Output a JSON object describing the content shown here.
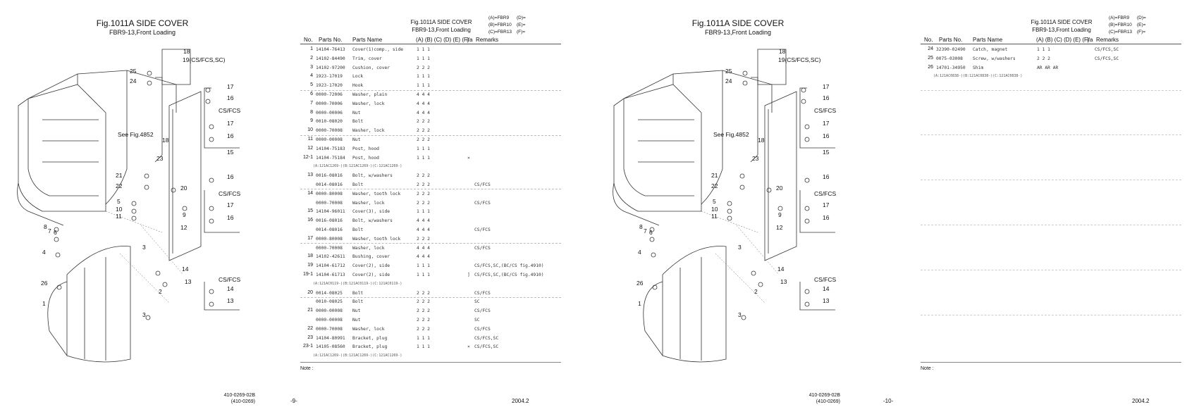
{
  "page1": {
    "fig_title": "Fig.1011A  SIDE COVER",
    "fig_sub": "FBR9-13,Front Loading",
    "see_fig": "See Fig.4852",
    "callouts": [
      "18",
      "19(CS/FCS,SC)",
      "25",
      "24",
      "17",
      "16",
      "CS/FCS",
      "17",
      "16",
      "18",
      "15",
      "23",
      "21",
      "22",
      "20",
      "16",
      "CS/FCS",
      "5",
      "10",
      "11",
      "9",
      "17",
      "16",
      "12",
      "8",
      "7",
      "6",
      "4",
      "3",
      "14",
      "13",
      "CS/FCS",
      "14",
      "13",
      "26",
      "1",
      "2",
      "3"
    ],
    "code": "410-0269-02B",
    "code2": "(410-0269)",
    "page": "-9-",
    "date": "2004.2"
  },
  "page2": {
    "fig_title": "Fig.1011A  SIDE COVER",
    "fig_sub": "FBR9-13,Front Loading",
    "legend": [
      [
        "(A)=FBR9",
        "(D)="
      ],
      [
        "(B)=FBR10",
        "(E)="
      ],
      [
        "(C)=FBR13",
        "(F)="
      ]
    ],
    "header": {
      "no": "No.",
      "parts_no": "Parts No.",
      "parts_name": "Parts Name",
      "cols": "(A) (B) (C) (D) (E) (F)",
      "ia": "i/a",
      "remarks": "Remarks"
    },
    "rows": [
      {
        "no": "1",
        "pn": "14104-76413",
        "name": "Cover(1)comp., side",
        "q": "1  1  1",
        "ia": "",
        "rem": ""
      },
      {
        "no": "2",
        "pn": "14102-84490",
        "name": "Trim, cover",
        "q": "1  1  1",
        "ia": "",
        "rem": ""
      },
      {
        "no": "3",
        "pn": "14102-97200",
        "name": "Cushion, cover",
        "q": "2  2  2",
        "ia": "",
        "rem": ""
      },
      {
        "no": "4",
        "pn": "1923-17019",
        "name": "Lock",
        "q": "1  1  1",
        "ia": "",
        "rem": ""
      },
      {
        "no": "5",
        "pn": "1923-17020",
        "name": "Hook",
        "q": "1  1  1",
        "ia": "",
        "rem": ""
      },
      {
        "no": "6",
        "pn": "0000-72006",
        "name": "Washer, plain",
        "q": "4  4  4",
        "ia": "",
        "rem": ""
      },
      {
        "no": "7",
        "pn": "0000-70006",
        "name": "Washer, lock",
        "q": "4  4  4",
        "ia": "",
        "rem": ""
      },
      {
        "no": "8",
        "pn": "0000-00006",
        "name": "Nut",
        "q": "4  4  4",
        "ia": "",
        "rem": ""
      },
      {
        "no": "9",
        "pn": "0010-08020",
        "name": "Bolt",
        "q": "2  2  2",
        "ia": "",
        "rem": ""
      },
      {
        "no": "10",
        "pn": "0000-70008",
        "name": "Washer, lock",
        "q": "2  2  2",
        "ia": "",
        "rem": ""
      },
      {
        "no": "11",
        "pn": "0000-00008",
        "name": "Nut",
        "q": "2  2  2",
        "ia": "",
        "rem": ""
      },
      {
        "no": "12",
        "pn": "14104-75183",
        "name": "Post, hood",
        "q": "1  1  1",
        "ia": "",
        "rem": ""
      },
      {
        "no": "12-1",
        "pn": "14104-75184",
        "name": "Post, hood",
        "q": "1  1  1",
        "ia": "×",
        "rem": ""
      },
      {
        "sub": "(A:121AC1269-)(B:121AC1269-)(C:121AC1269-)"
      },
      {
        "no": "13",
        "pn": "0016-08016",
        "name": "Bolt, w/washers",
        "q": "2  2  2",
        "ia": "",
        "rem": ""
      },
      {
        "no": "",
        "pn": "0014-08016",
        "name": "Bolt",
        "q": "2  2  2",
        "ia": "",
        "rem": "CS/FCS"
      },
      {
        "no": "14",
        "pn": "0000-80008",
        "name": "Washer, tooth lock",
        "q": "2  2  2",
        "ia": "",
        "rem": ""
      },
      {
        "no": "",
        "pn": "0000-70008",
        "name": "Washer, lock",
        "q": "2  2  2",
        "ia": "",
        "rem": "CS/FCS"
      },
      {
        "no": "15",
        "pn": "14104-96011",
        "name": "Cover(3), side",
        "q": "1  1  1",
        "ia": "",
        "rem": ""
      },
      {
        "no": "16",
        "pn": "0016-08016",
        "name": "Bolt, w/washers",
        "q": "4  4  4",
        "ia": "",
        "rem": ""
      },
      {
        "no": "",
        "pn": "0014-08016",
        "name": "Bolt",
        "q": "4  4  4",
        "ia": "",
        "rem": "CS/FCS"
      },
      {
        "no": "17",
        "pn": "0000-80008",
        "name": "Washer, tooth lock",
        "q": "2  2  2",
        "ia": "",
        "rem": ""
      },
      {
        "no": "",
        "pn": "0000-70008",
        "name": "Washer, lock",
        "q": "4  4  4",
        "ia": "",
        "rem": "CS/FCS"
      },
      {
        "no": "18",
        "pn": "14102-42611",
        "name": "Bushing, cover",
        "q": "4  4  4",
        "ia": "",
        "rem": ""
      },
      {
        "no": "19",
        "pn": "14104-61712",
        "name": "Cover(2), side",
        "q": "1  1  1",
        "ia": "",
        "rem": "CS/FCS,SC,(BC/CS fig.4910)"
      },
      {
        "no": "19-1",
        "pn": "14104-61713",
        "name": "Cover(2), side",
        "q": "1  1  1",
        "ia": "]",
        "rem": "CS/FCS,SC,(BC/CS fig.4910)"
      },
      {
        "sub": "(A:121AC0119-)(B:121AC0119-)(C:121AC0119-)"
      },
      {
        "no": "20",
        "pn": "0014-08025",
        "name": "Bolt",
        "q": "2  2  2",
        "ia": "",
        "rem": "CS/FCS"
      },
      {
        "no": "",
        "pn": "0010-08025",
        "name": "Bolt",
        "q": "2  2  2",
        "ia": "",
        "rem": "SC"
      },
      {
        "no": "21",
        "pn": "0000-00008",
        "name": "Nut",
        "q": "2  2  2",
        "ia": "",
        "rem": "CS/FCS"
      },
      {
        "no": "",
        "pn": "0000-00008",
        "name": "Nut",
        "q": "2  2  2",
        "ia": "",
        "rem": "SC"
      },
      {
        "no": "22",
        "pn": "0000-70008",
        "name": "Washer, lock",
        "q": "2  2  2",
        "ia": "",
        "rem": "CS/FCS"
      },
      {
        "no": "23",
        "pn": "14104-80991",
        "name": "Bracket, plug",
        "q": "1  1  1",
        "ia": "",
        "rem": "CS/FCS,SC"
      },
      {
        "no": "23-1",
        "pn": "14105-08560",
        "name": "Bracket, plug",
        "q": "1  1  1",
        "ia": "×",
        "rem": "CS/FCS,SC"
      },
      {
        "sub": "(A:121AC1269-)(B:121AC1269-)(C:121AC1269-)"
      }
    ],
    "note": "Note :"
  },
  "page3": {
    "fig_title": "Fig.1011A  SIDE COVER",
    "fig_sub": "FBR9-13,Front Loading",
    "see_fig": "See Fig.4852",
    "code": "410-0269-02B",
    "code2": "(410-0269)",
    "page": "-10-",
    "date": "2004.2"
  },
  "page4": {
    "fig_title": "Fig.1011A  SIDE COVER",
    "fig_sub": "FBR9-13,Front Loading",
    "legend": [
      [
        "(A)=FBR9",
        "(D)="
      ],
      [
        "(B)=FBR10",
        "(E)="
      ],
      [
        "(C)=FBR13",
        "(F)="
      ]
    ],
    "header": {
      "no": "No.",
      "parts_no": "Parts No.",
      "parts_name": "Parts Name",
      "cols": "(A) (B) (C) (D) (E) (F)",
      "ia": "i/a",
      "remarks": "Remarks"
    },
    "rows": [
      {
        "no": "24",
        "pn": "32390-02490",
        "name": "Catch, magnet",
        "q": "1  1  1",
        "ia": "",
        "rem": "CS/FCS,SC"
      },
      {
        "no": "25",
        "pn": "0075-03008",
        "name": "Screw, w/washers",
        "q": "2  2  2",
        "ia": "",
        "rem": "CS/FCS,SC"
      },
      {
        "no": "26",
        "pn": "14701-34950",
        "name": "Shim",
        "q": "AR AR AR",
        "ia": "",
        "rem": ""
      },
      {
        "sub": "(A:121AC0838-)(B:121AC0838-)(C:121AC0838-)"
      }
    ],
    "note": "Note :"
  }
}
